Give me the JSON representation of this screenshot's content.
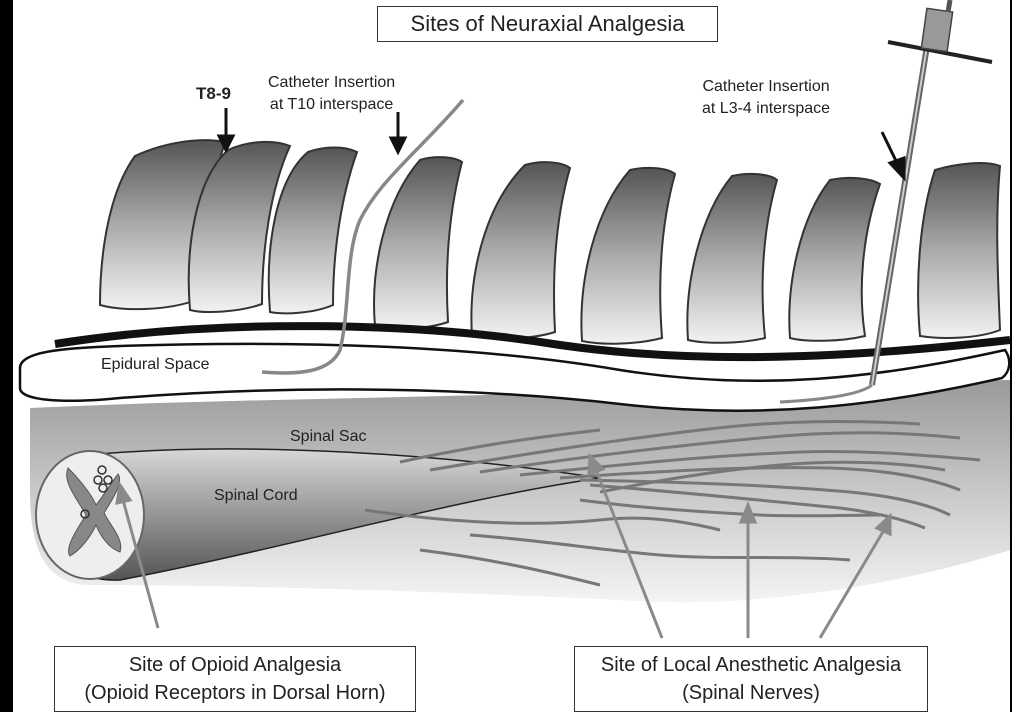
{
  "title": "Sites of Neuraxial Analgesia",
  "labels": {
    "t89": "T8-9",
    "cath_t10_line1": "Catheter Insertion",
    "cath_t10_line2": "at T10  interspace",
    "cath_l34_line1": "Catheter Insertion",
    "cath_l34_line2": "at L3-4 interspace",
    "epidural": "Epidural Space",
    "spinal_sac": "Spinal Sac",
    "spinal_cord": "Spinal Cord"
  },
  "captions": {
    "opioid_line1": "Site of Opioid Analgesia",
    "opioid_line2": "(Opioid Receptors in Dorsal Horn)",
    "local_line1": "Site of Local Anesthetic Analgesia",
    "local_line2": "(Spinal Nerves)"
  },
  "colors": {
    "background": "#000000",
    "panel": "#ffffff",
    "ink": "#222222"
  }
}
